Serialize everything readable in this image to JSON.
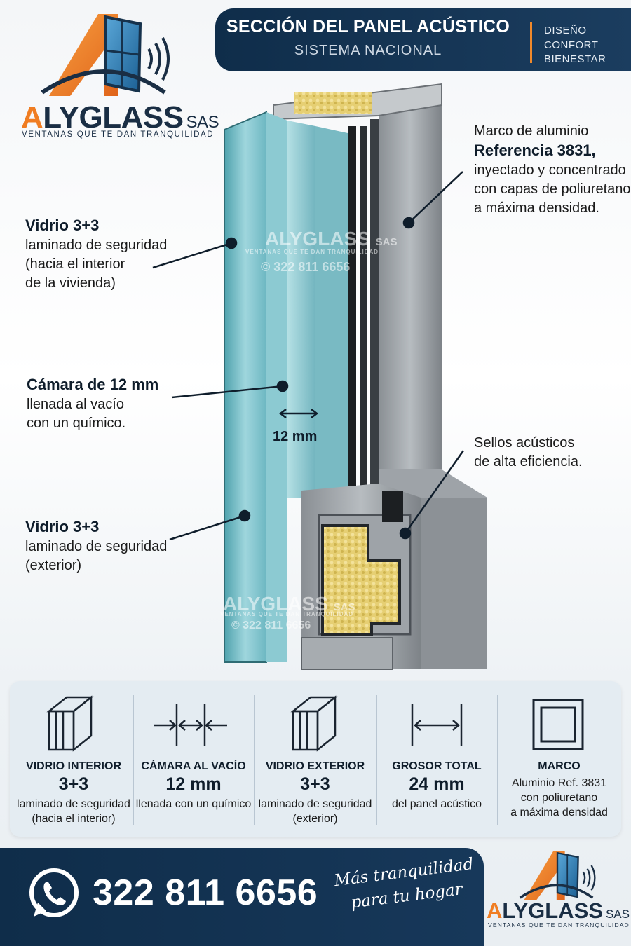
{
  "header": {
    "title": "SECCIÓN DEL PANEL ACÚSTICO",
    "subtitle": "SISTEMA NACIONAL",
    "tags": [
      "DISEÑO",
      "CONFORT",
      "BIENESTAR"
    ]
  },
  "brand": {
    "name_a": "A",
    "name_rest": "LYGLASS",
    "suffix": "SAS",
    "tagline": "VENTANAS QUE TE DAN TRANQUILIDAD"
  },
  "watermark": {
    "brand": "ALYGLASS",
    "suffix": "SAS",
    "tagline": "VENTANAS QUE TE DAN TRANQUILIDAD",
    "phone": "© 322 811 6656"
  },
  "annotations": {
    "interior_glass": {
      "title": "Vidrio 3+3",
      "lines": [
        "laminado de seguridad",
        "(hacia el interior",
        "de la vivienda)"
      ]
    },
    "chamber": {
      "title": "Cámara de 12 mm",
      "lines": [
        "llenada al vacío",
        "con un químico."
      ]
    },
    "exterior_glass": {
      "title": "Vidrio 3+3",
      "lines": [
        "laminado de seguridad",
        "(exterior)"
      ]
    },
    "frame": {
      "line1": "Marco de aluminio",
      "title": "Referencia 3831,",
      "lines": [
        "inyectado y concentrado",
        "con capas de poliuretano",
        "a máxima densidad."
      ]
    },
    "seals": {
      "lines": [
        "Sellos acústicos",
        "de alta eficiencia."
      ]
    },
    "gap_label": "12 mm"
  },
  "specs": [
    {
      "label": "VIDRIO INTERIOR",
      "value": "3+3",
      "desc": [
        "laminado de seguridad",
        "(hacia el interior)"
      ],
      "icon": "glass-pane-icon"
    },
    {
      "label": "CÁMARA AL VACÍO",
      "value": "12 mm",
      "desc": [
        "llenada con un químico"
      ],
      "icon": "gap-arrows-icon"
    },
    {
      "label": "VIDRIO EXTERIOR",
      "value": "3+3",
      "desc": [
        "laminado de seguridad",
        "(exterior)"
      ],
      "icon": "glass-pane-icon"
    },
    {
      "label": "GROSOR TOTAL",
      "value": "24 mm",
      "desc": [
        "del panel acústico"
      ],
      "icon": "thickness-icon"
    },
    {
      "label": "MARCO",
      "value": "",
      "desc": [
        "Aluminio Ref. 3831",
        "con poliuretano",
        "a máxima densidad"
      ],
      "icon": "frame-icon"
    }
  ],
  "footer": {
    "phone": "322 811 6656",
    "slogan_line1": "Más tranquilidad",
    "slogan_line2": "para tu hogar"
  },
  "colors": {
    "navy": "#0f2d4a",
    "orange": "#f07d22",
    "glass": "#7fc3cf",
    "foam": "#e8d47a"
  }
}
